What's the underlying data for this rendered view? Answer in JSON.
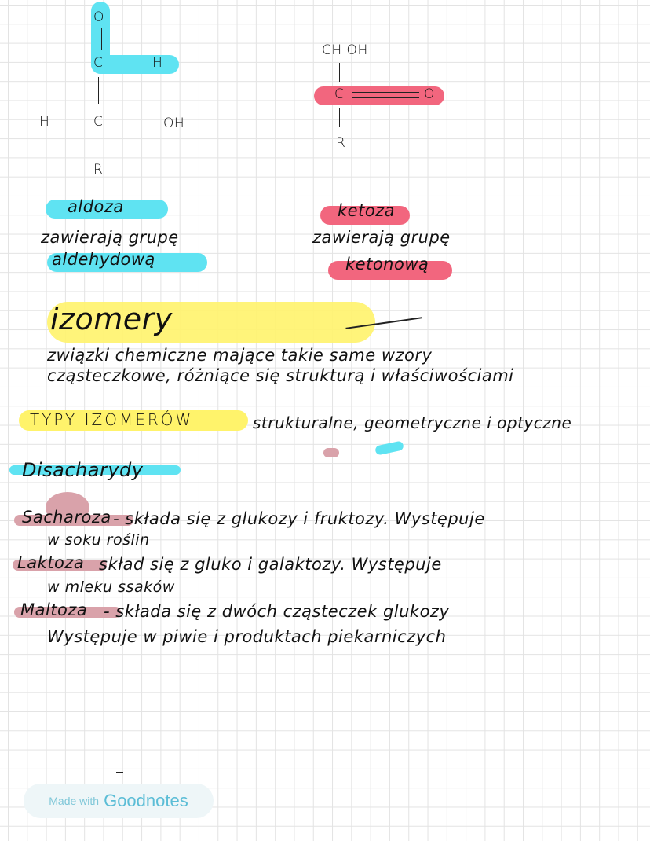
{
  "colors": {
    "cyan": "#5fe3f2",
    "pink": "#f2667e",
    "yellow": "#fff36b",
    "mauve": "#d9a2aa",
    "badge_text": "#7fc7d8",
    "brand": "#5bbdd6"
  },
  "aldose": {
    "structure": {
      "o": "O",
      "c_top": "C",
      "h_top": "H",
      "c_mid": "C",
      "h_left": "H",
      "oh": "OH",
      "r": "R"
    },
    "name": "aldoza",
    "desc_line1": "zawierają grupę",
    "desc_line2": "aldehydową"
  },
  "ketose": {
    "structure": {
      "ch2oh": "CH OH",
      "c": "C",
      "o": "O",
      "r": "R"
    },
    "name": "ketoza",
    "desc_line1": "zawierają grupę",
    "desc_line2": "ketonową"
  },
  "isomers": {
    "title": "izomery",
    "definition_line1": "związki chemiczne mające takie same wzory",
    "definition_line2": "cząsteczkowe, różniące się strukturą i właściwościami",
    "types_label": "TYPY IZOMERÓW:",
    "types_value": "strukturalne, geometryczne i optyczne"
  },
  "disaccharides": {
    "title": "Disacharydy",
    "items": [
      {
        "name": "Sacharoza",
        "line1": "- składa się z glukozy i fruktozy. Występuje",
        "line2": "w soku roślin"
      },
      {
        "name": "Laktoza",
        "line1": " skład się z gluko  i galaktozy. Występuje",
        "line2": "w mleku ssaków"
      },
      {
        "name": "Maltoza",
        "line1": "- składa się z dwóch cząsteczek glukozy",
        "line2": "Występuje w piwie i produktach piekarniczych"
      }
    ]
  },
  "watermark": {
    "prefix": "Made with",
    "brand": "Goodnotes"
  }
}
